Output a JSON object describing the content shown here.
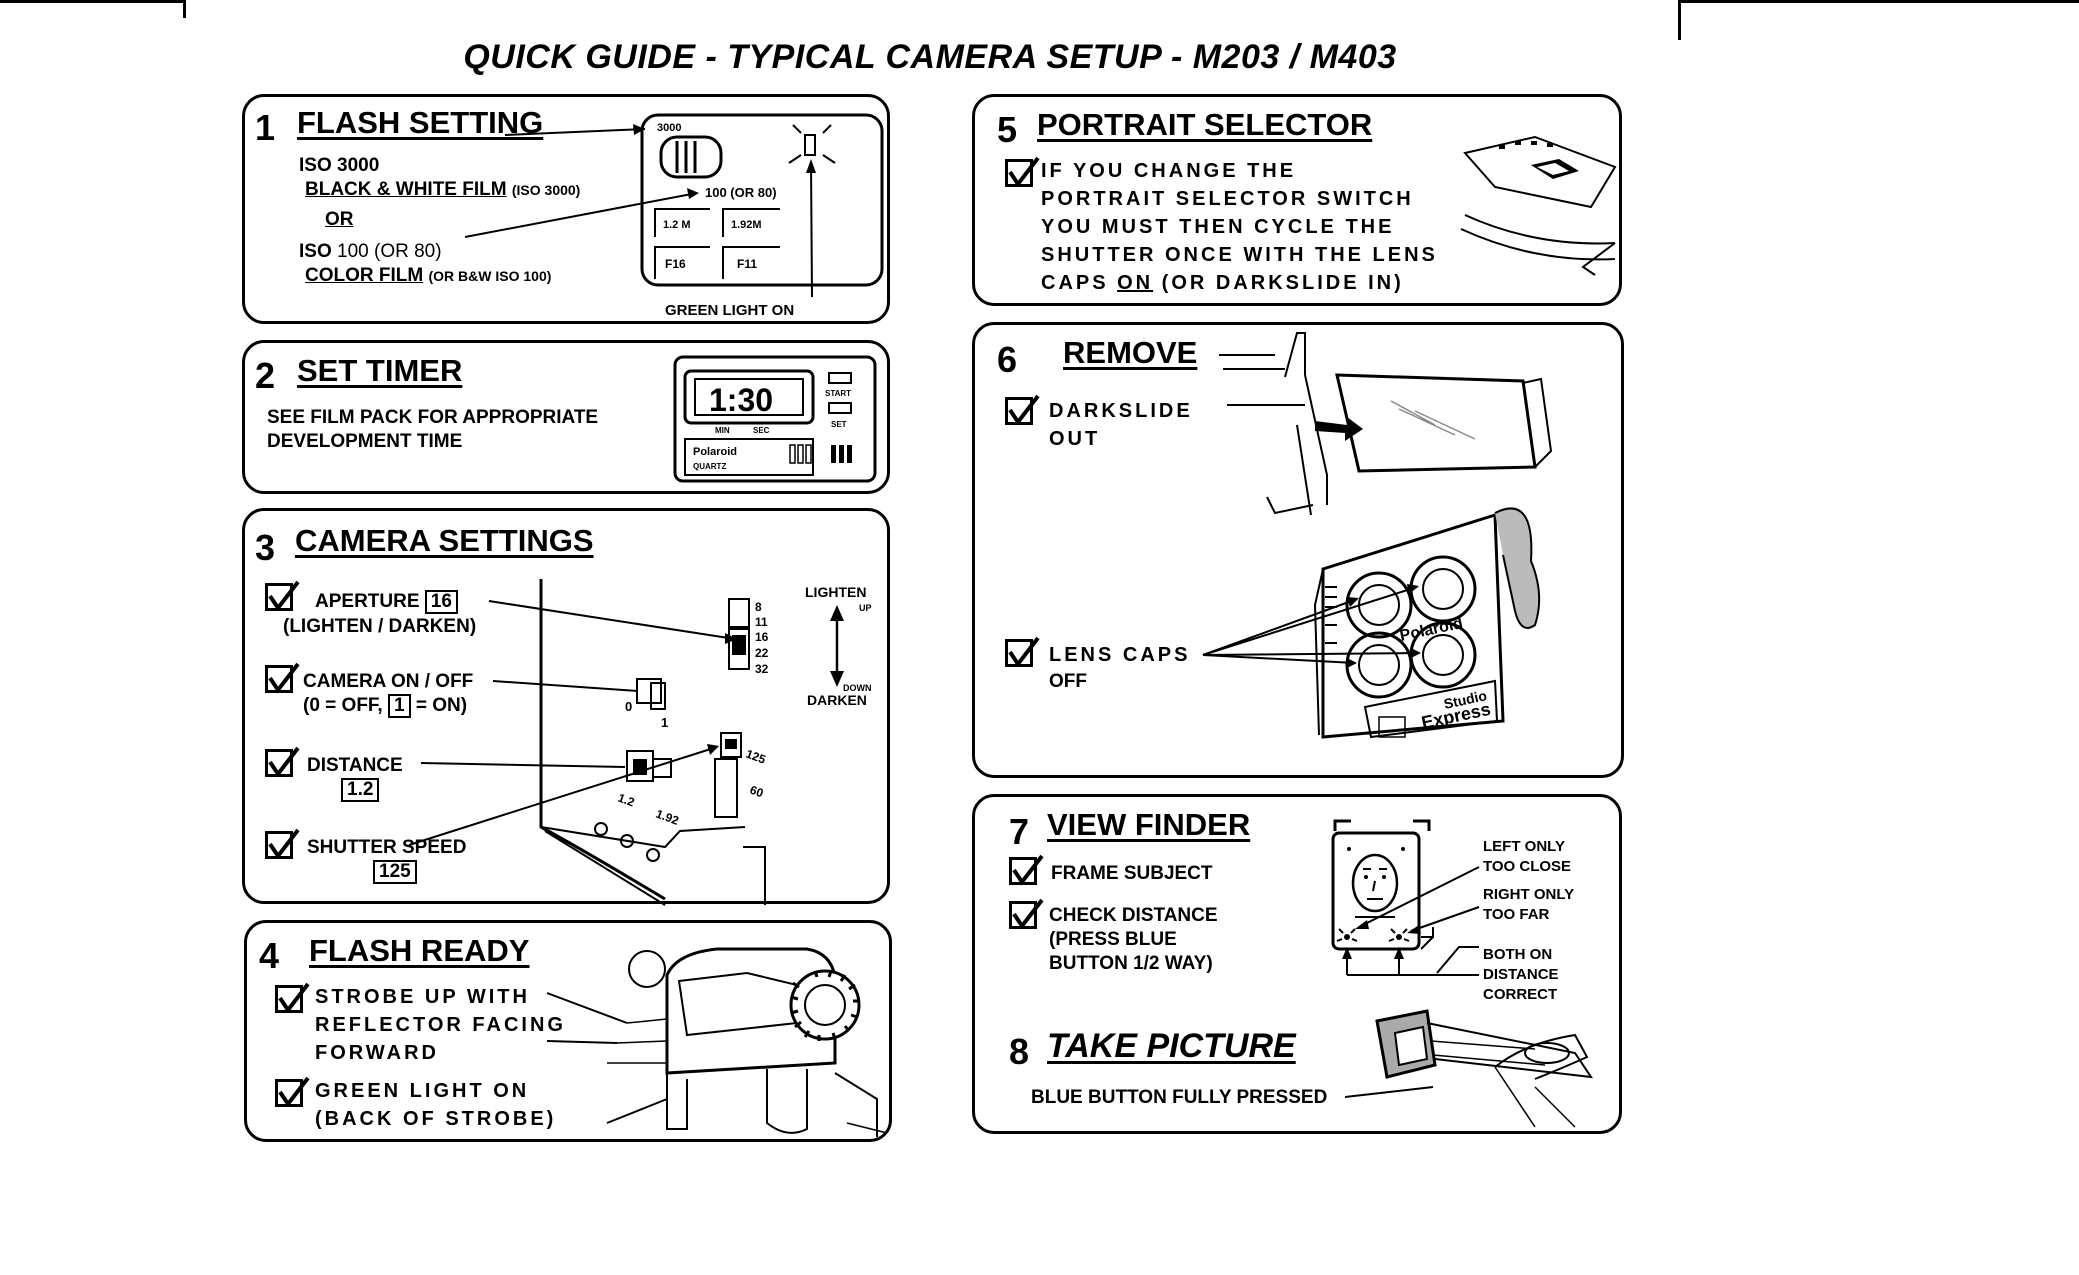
{
  "title": "QUICK GUIDE - TYPICAL CAMERA SETUP - M203 / M403",
  "panel1": {
    "num": "1",
    "heading": "FLASH SETTING",
    "iso3000": "ISO 3000",
    "bw_film": "BLACK & WHITE FILM",
    "bw_film_note": "(ISO 3000)",
    "or": "OR",
    "iso100": "ISO",
    "iso100_value": "100 (OR 80)",
    "color_film": "COLOR FILM",
    "color_film_note": "(OR B&W ISO 100)",
    "dial_3000": "3000",
    "dial_100": "100 (OR 80)",
    "window_1": "1.2 M",
    "window_2": "1.92M",
    "window_3": "F16",
    "window_4": "F11",
    "green_light": "GREEN  LIGHT  ON"
  },
  "panel2": {
    "num": "2",
    "heading": "SET TIMER",
    "line1": "SEE FILM PACK FOR APPROPRIATE",
    "line2": "DEVELOPMENT TIME",
    "timer_display": "1:30",
    "timer_start": "START",
    "timer_set": "SET",
    "timer_min": "MIN",
    "timer_sec": "SEC",
    "timer_brand": "Polaroid",
    "timer_quartz": "QUARTZ"
  },
  "panel3": {
    "num": "3",
    "heading": "CAMERA SETTINGS",
    "aperture_label": "APERTURE",
    "aperture_value": "16",
    "aperture_note": "(LIGHTEN / DARKEN)",
    "onoff_label": "CAMERA ON / OFF",
    "onoff_note_a": "(0 = OFF,",
    "onoff_note_value": "1",
    "onoff_note_b": "= ON)",
    "distance_label": "DISTANCE",
    "distance_value": "1.2",
    "shutter_label": "SHUTTER SPEED",
    "shutter_value": "125",
    "lighten": "LIGHTEN",
    "lighten_up": "UP",
    "darken_down": "DOWN",
    "darken": "DARKEN",
    "scale_apertures": [
      "8",
      "11",
      "16",
      "22",
      "32"
    ],
    "scale_onoff": [
      "0",
      "1"
    ],
    "scale_distance": [
      "1.2",
      "1.92"
    ],
    "scale_shutter": [
      "125",
      "60"
    ]
  },
  "panel4": {
    "num": "4",
    "heading": "FLASH READY",
    "strobe_1": "STROBE  UP  WITH",
    "strobe_2": "REFLECTOR  FACING",
    "strobe_3": "FORWARD",
    "green_1": "GREEN  LIGHT  ON",
    "green_2": "(BACK  OF  STROBE)"
  },
  "panel5": {
    "num": "5",
    "heading": "PORTRAIT SELECTOR",
    "line1": "IF  YOU  CHANGE  THE",
    "line2": "PORTRAIT  SELECTOR  SWITCH",
    "line3": "YOU  MUST  THEN  CYCLE  THE",
    "line4": "SHUTTER  ONCE  WITH  THE  LENS",
    "line5_a": "CAPS ",
    "line5_on": "ON",
    "line5_b": " (OR  DARKSLIDE  IN)"
  },
  "panel6": {
    "num": "6",
    "heading": "REMOVE",
    "darkslide_1": "DARKSLIDE",
    "darkslide_2": "OUT",
    "lens_1": "LENS   CAPS",
    "lens_2": "OFF",
    "camera_brand": "Polaroid",
    "camera_model_1": "Studio",
    "camera_model_2": "Express"
  },
  "panel7": {
    "num": "7",
    "heading": "VIEW FINDER",
    "frame": "FRAME SUBJECT",
    "check_1": "CHECK DISTANCE",
    "check_2": "(PRESS BLUE",
    "check_3": "BUTTON 1/2 WAY)",
    "left_only_1": "LEFT ONLY",
    "left_only_2": "TOO CLOSE",
    "right_only_1": "RIGHT ONLY",
    "right_only_2": "TOO FAR",
    "both_1": "BOTH ON",
    "both_2": "DISTANCE",
    "both_3": "CORRECT"
  },
  "panel8": {
    "num": "8",
    "heading": "TAKE PICTURE",
    "line": "BLUE BUTTON FULLY PRESSED"
  }
}
